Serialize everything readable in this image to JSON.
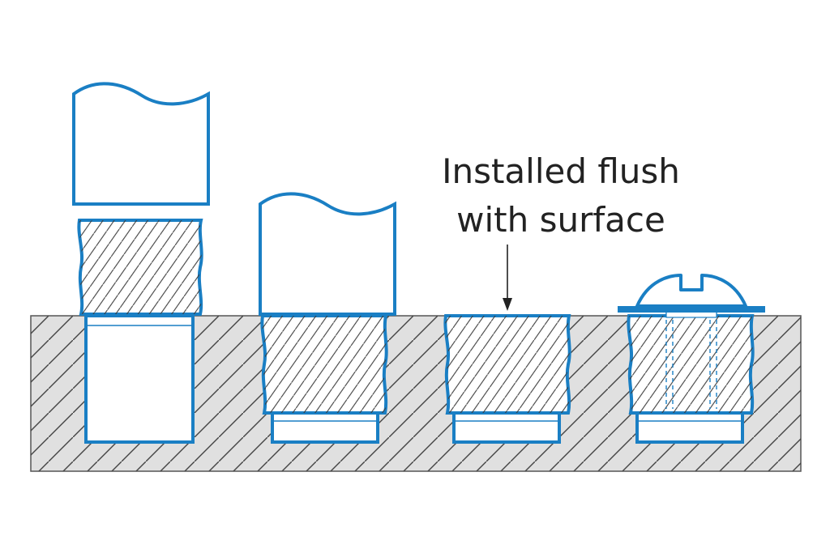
{
  "callout": {
    "line1": "Installed flush",
    "line2": "with surface"
  },
  "stages": [
    {
      "id": "stage-1",
      "description_visible": false
    },
    {
      "id": "stage-2",
      "description_visible": false
    },
    {
      "id": "stage-3",
      "description_visible": false
    },
    {
      "id": "stage-4",
      "description_visible": false
    }
  ],
  "colors": {
    "outline": "#1a7fc4",
    "panel_fill": "#e0e0e0",
    "hatch": "#3a3a3a",
    "text": "#222222"
  },
  "icons": {
    "press_ram": "ram-shape",
    "fastener": "threaded-insert",
    "screw": "slotted-pan-head-screw"
  }
}
